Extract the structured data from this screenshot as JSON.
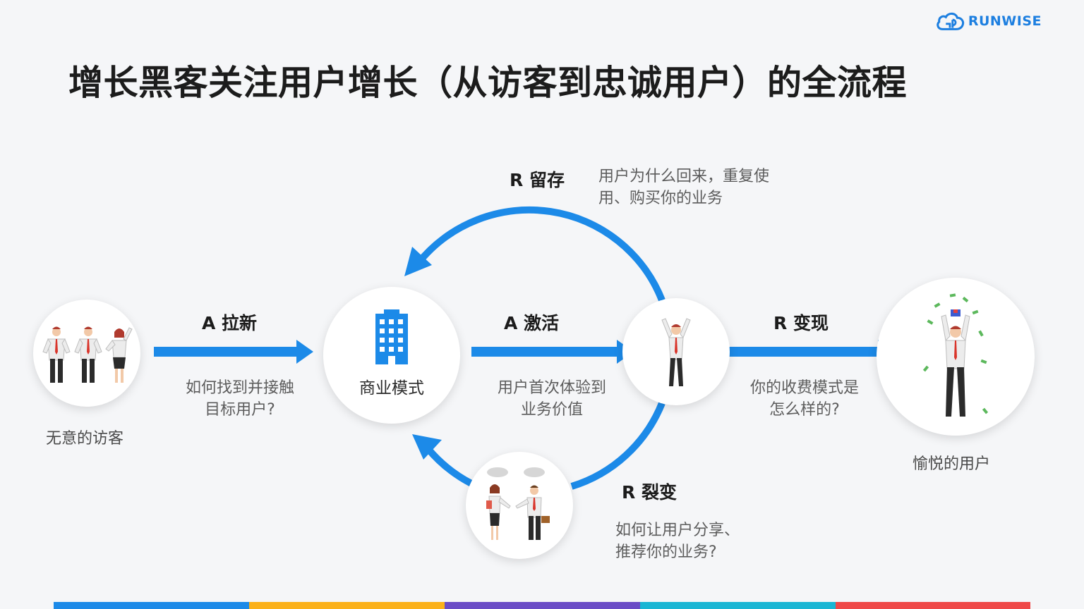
{
  "logo": {
    "text": "RUNWISE",
    "icon": "cloud-logo-icon"
  },
  "title": "增长黑客关注用户增长（从访客到忠诚用户）的全流程",
  "nodes": {
    "visitor": {
      "caption": "无意的访客",
      "icon": "people-group-icon"
    },
    "business": {
      "label": "商业模式",
      "icon": "building-icon"
    },
    "activated_user": {
      "icon": "person-arms-raised-icon"
    },
    "referral_people": {
      "icon": "people-handshake-icon"
    },
    "happy_user": {
      "caption": "愉悦的用户",
      "icon": "person-money-shower-icon"
    }
  },
  "stages": {
    "acquisition": {
      "name": "A 拉新",
      "desc": [
        "如何找到并接触",
        "目标用户?"
      ]
    },
    "activation": {
      "name": "A 激活",
      "desc": [
        "用户首次体验到",
        "业务价值"
      ]
    },
    "revenue": {
      "name": "R 变现",
      "desc": [
        "你的收费模式是",
        "怎么样的?"
      ]
    },
    "retention": {
      "name": "R 留存",
      "desc": [
        "用户为什么回来，重复使",
        "用、购买你的业务"
      ]
    },
    "referral": {
      "name": "R 裂变",
      "desc": [
        "如何让用户分享、",
        "推荐你的业务?"
      ]
    }
  },
  "colors": {
    "arrow": "#1c8ae8",
    "bottom_bar": [
      "#1c8ae8",
      "#fbb11a",
      "#6a4cc6",
      "#19b6d4",
      "#ef4848"
    ]
  }
}
